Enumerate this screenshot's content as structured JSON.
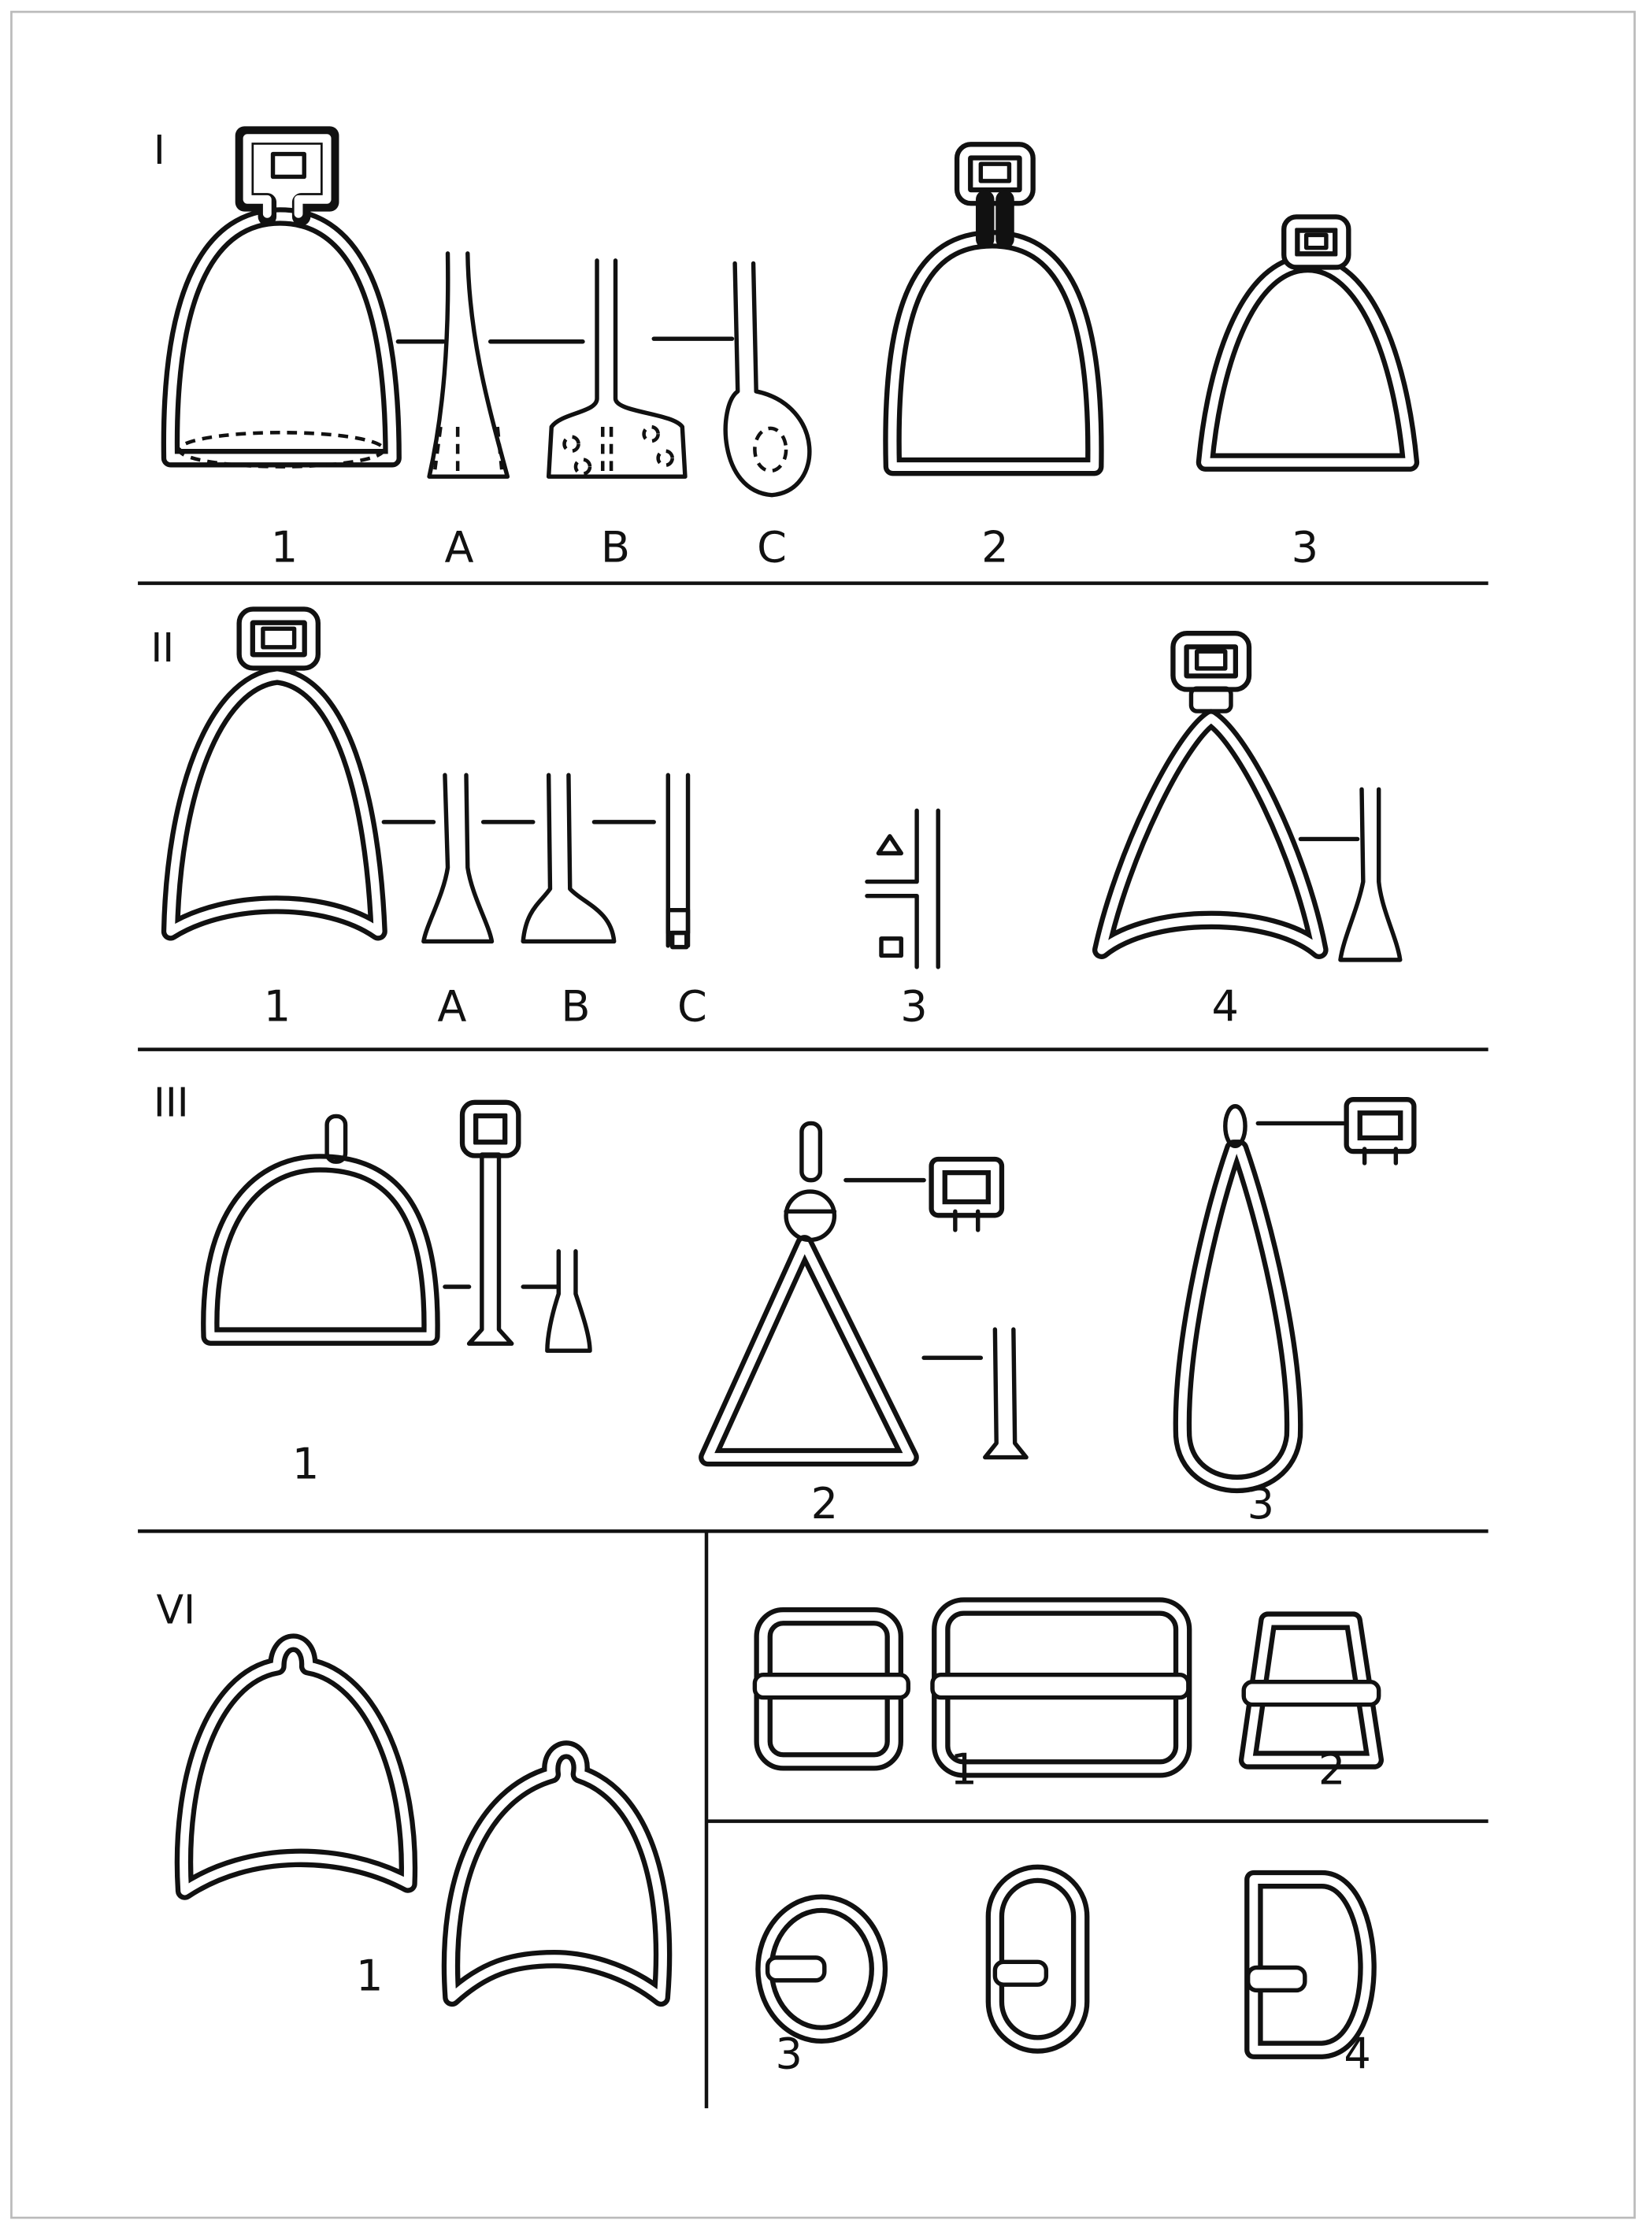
{
  "sections": {
    "I": {
      "label": "I",
      "figures": [
        "1",
        "A",
        "B",
        "C",
        "2",
        "3"
      ]
    },
    "II": {
      "label": "II",
      "figures": [
        "1",
        "A",
        "B",
        "C",
        "3",
        "4"
      ]
    },
    "III": {
      "label": "III",
      "figures": [
        "1",
        "2",
        "3"
      ]
    },
    "VI": {
      "label": "VI",
      "figures": [
        "1"
      ]
    },
    "buckles_top": {
      "figures": [
        "1",
        "2"
      ]
    },
    "buckles_bottom": {
      "figures": [
        "3",
        "4"
      ]
    }
  }
}
